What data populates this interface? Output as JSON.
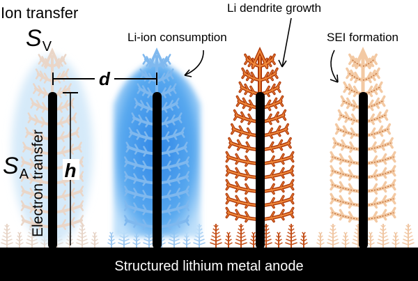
{
  "labels": {
    "ion_transfer": "Ion transfer",
    "sv_main": "S",
    "sv_sub": "V",
    "li_ion_consumption": "Li-ion consumption",
    "li_dendrite_growth": "Li dendrite growth",
    "sei_formation": "SEI formation",
    "d": "d",
    "h": "h",
    "sa_main": "S",
    "sa_sub": "A",
    "electron_transfer": "Electron transfer",
    "anode": "Structured lithium metal anode"
  },
  "colors": {
    "ion_halo": "#cfe6f8",
    "ion_consumption_blue": "#3d8fe0",
    "dendrite_dark": "#b03a0a",
    "dendrite_orange": "#f08a3c",
    "sei_fill": "#f3c9a3",
    "sei_outline": "#b9632a",
    "faded_dendrite": "#ead6c8",
    "pillar": "#000000",
    "anode_bar": "#000000"
  },
  "icons": [
    "arrow-li-ion-consumption",
    "arrow-li-dendrite-growth",
    "arrow-sei-formation"
  ]
}
